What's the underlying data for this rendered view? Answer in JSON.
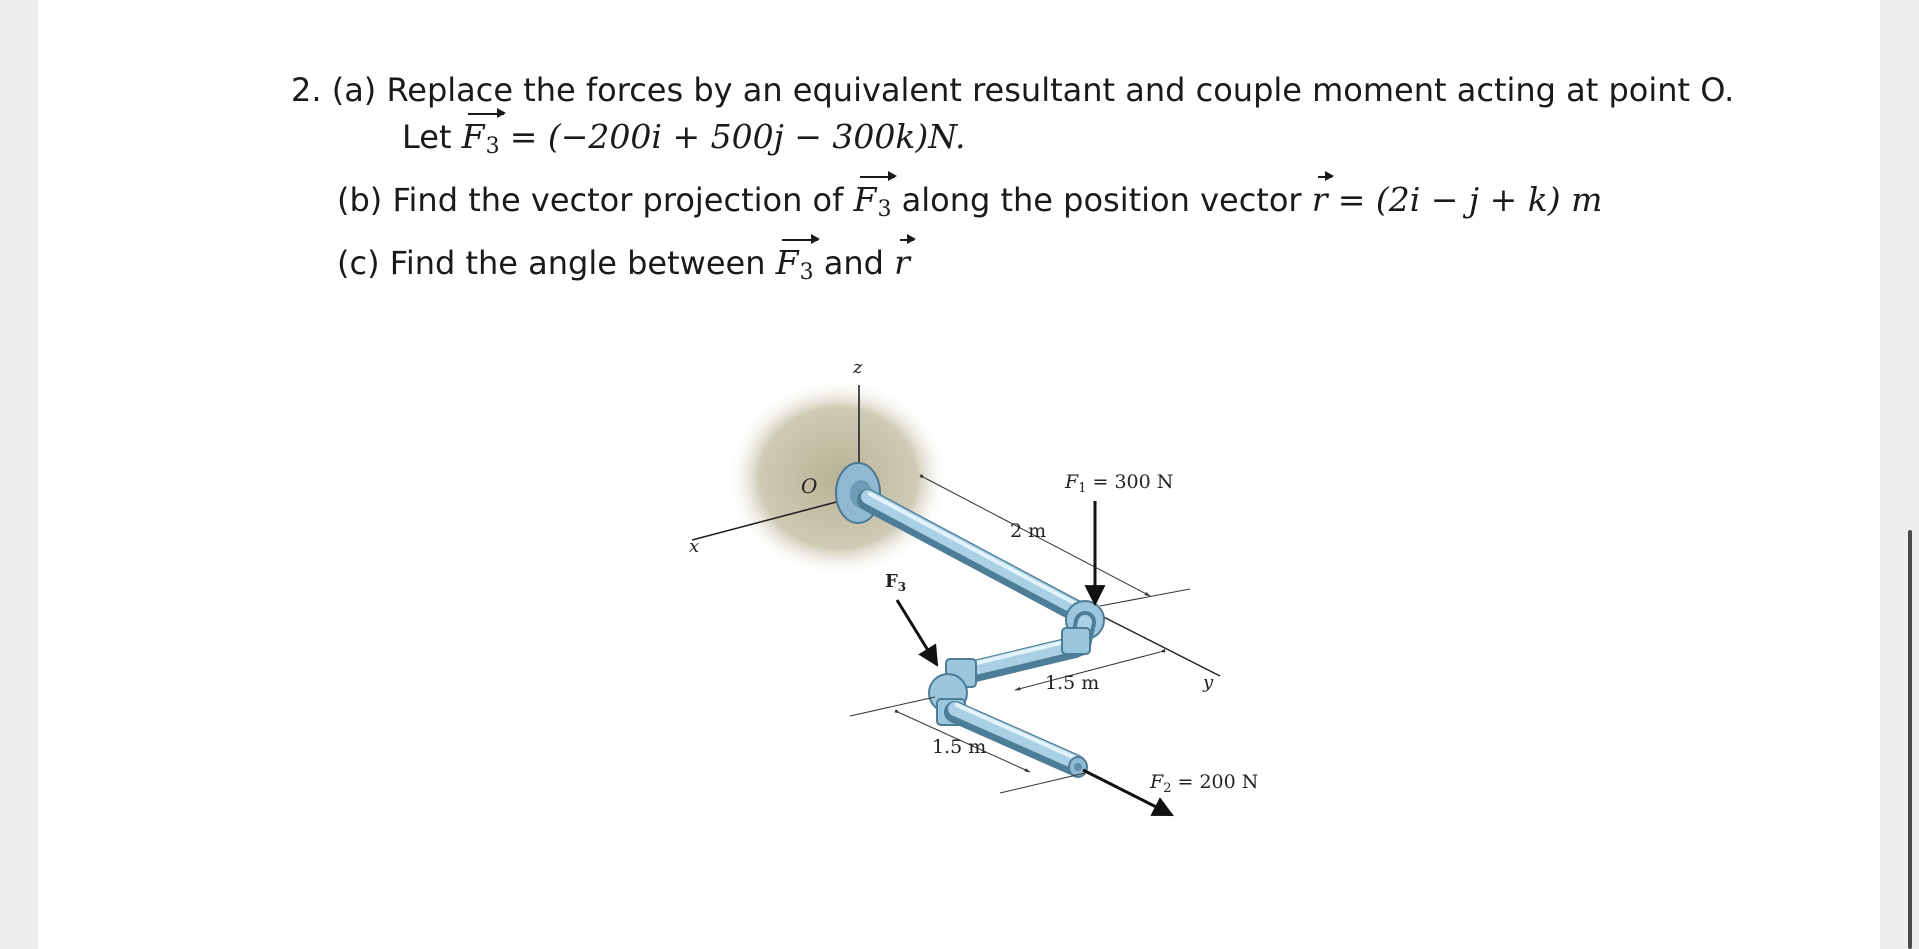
{
  "problem": {
    "number": "2.",
    "part_a": {
      "label": "(a)",
      "text": "Replace the forces by an equivalent resultant and couple moment acting at point O.",
      "let_word": "Let",
      "f3_symbol": "F",
      "f3_sub": "3",
      "f3_expr": "= (−200i + 500j − 300k)N."
    },
    "part_b": {
      "label": "(b)",
      "text_before": "Find the vector projection of",
      "f3_symbol": "F",
      "f3_sub": "3",
      "text_after": "along the position vector",
      "r_symbol": "r",
      "r_expr": "= (2i − j + k) m"
    },
    "part_c": {
      "label": "(c)",
      "text_before": "Find the angle between",
      "f3_symbol": "F",
      "f3_sub": "3",
      "and_word": "and",
      "r_symbol": "r"
    }
  },
  "figure": {
    "axis_z": "z",
    "axis_x": "x",
    "axis_y": "y",
    "origin": "O",
    "f1_label": "F",
    "f1_sub": "1",
    "f1_value": " = 300 N",
    "f2_label": "F",
    "f2_sub": "2",
    "f2_value": " = 200 N",
    "f3_label": "F",
    "f3_sub": "3",
    "dim_2m": "2 m",
    "dim_15m_mid": "1.5 m",
    "dim_15m_low": "1.5 m"
  },
  "colors": {
    "pipe": "#9cc6dc",
    "pipe_dark": "#5f8ea8",
    "wall_shadow": "#c9c4ad"
  }
}
